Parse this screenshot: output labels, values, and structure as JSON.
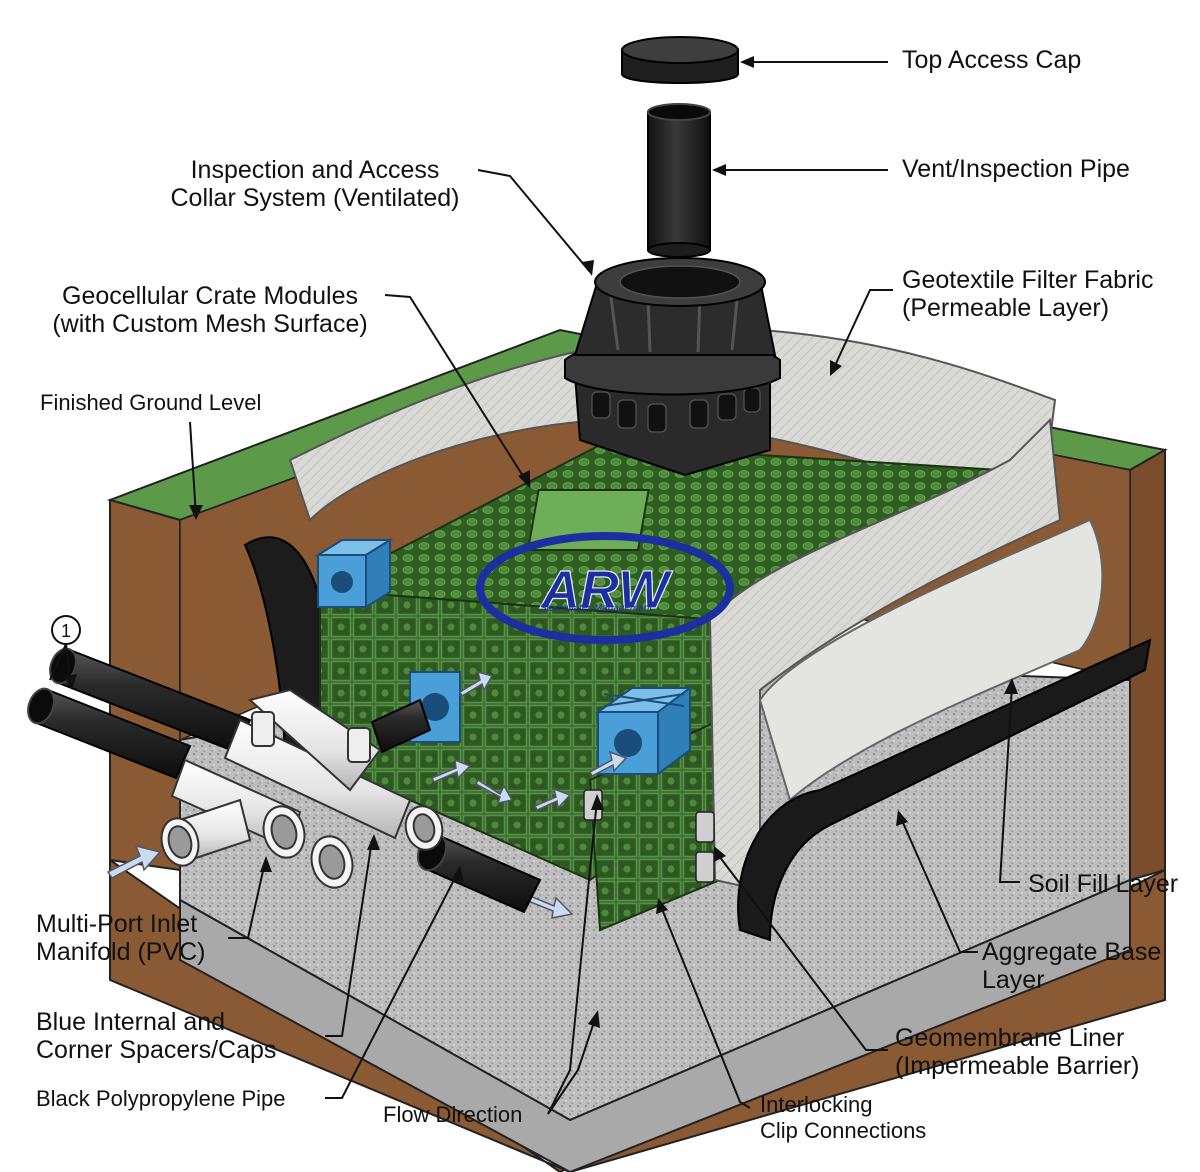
{
  "labels": {
    "top_access_cap": "Top Access Cap",
    "vent_inspection_pipe": "Vent/Inspection Pipe",
    "inspection_collar_l1": "Inspection and Access",
    "inspection_collar_l2": "Collar System (Ventilated)",
    "crate_modules_l1": "Geocellular Crate Modules",
    "crate_modules_l2": "(with Custom Mesh Surface)",
    "geotextile_l1": "Geotextile Filter Fabric",
    "geotextile_l2": "(Permeable Layer)",
    "finished_ground": "Finished Ground Level",
    "manifold_l1": "Multi-Port Inlet",
    "manifold_l2": "Manifold (PVC)",
    "spacers_l1": "Blue Internal and",
    "spacers_l2": "Corner Spacers/Caps",
    "black_pipe": "Black Polypropylene Pipe",
    "flow_direction": "Flow Direction",
    "clip_l1": "Interlocking",
    "clip_l2": "Clip Connections",
    "geomembrane_l1": "Geomembrane Liner",
    "geomembrane_l2": "(Impermeable Barrier)",
    "aggregate_l1": "Aggregate Base",
    "aggregate_l2": "Layer",
    "soil_fill": "Soil Fill Layer",
    "callout_number": "1"
  },
  "logo": {
    "text": "ARW",
    "subtext": "Stormwater Management"
  },
  "colors": {
    "grass": "#5c9a4a",
    "soil": "#8a5a34",
    "aggregate": "#b8b8b8",
    "crate_green": "#3f7a2e",
    "spacer_blue": "#4a9fd8",
    "fabric": "#d6d6d2",
    "membrane": "#1c1c1c",
    "pvc": "#ececec",
    "logo_blue": "#1c2fa0"
  }
}
